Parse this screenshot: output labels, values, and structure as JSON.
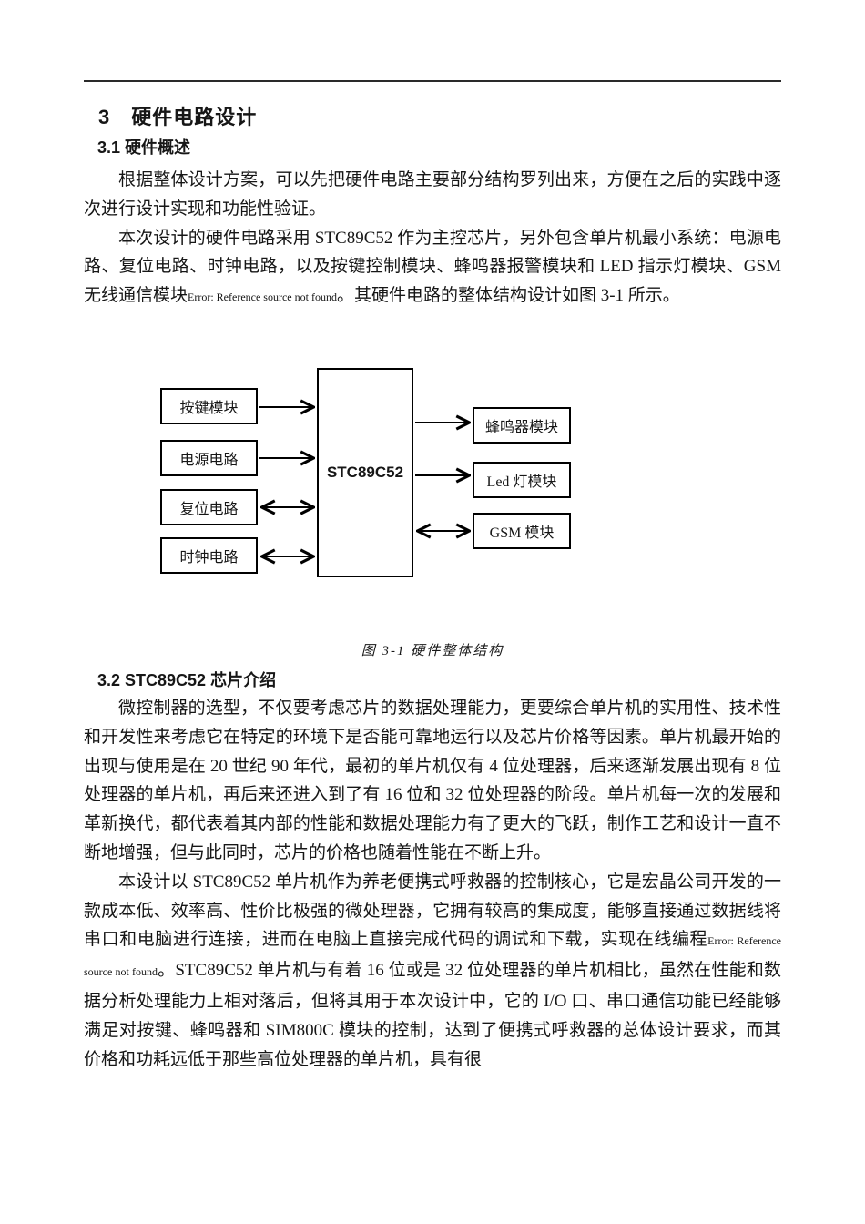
{
  "sections": {
    "h1": "3　硬件电路设计",
    "h2_1": "3.1 硬件概述",
    "h2_2": "3.2 STC89C52 芯片介绍"
  },
  "paragraphs": {
    "p1": "根据整体设计方案，可以先把硬件电路主要部分结构罗列出来，方便在之后的实践中逐次进行设计实现和功能性验证。",
    "p2_pre": "本次设计的硬件电路采用 STC89C52 作为主控芯片，另外包含单片机最小系统：电源电路、复位电路、时钟电路，以及按键控制模块、蜂鸣器报警模块和 LED 指示灯模块、GSM 无线通信模块",
    "error_ref": "Error: Reference source not found",
    "p2_post": "。其硬件电路的整体结构设计如图 3-1 所示。",
    "p3": "微控制器的选型，不仅要考虑芯片的数据处理能力，更要综合单片机的实用性、技术性和开发性来考虑它在特定的环境下是否能可靠地运行以及芯片价格等因素。单片机最开始的出现与使用是在 20 世纪 90 年代，最初的单片机仅有 4 位处理器，后来逐渐发展出现有 8 位处理器的单片机，再后来还进入到了有 16 位和 32 位处理器的阶段。单片机每一次的发展和革新换代，都代表着其内部的性能和数据处理能力有了更大的飞跃，制作工艺和设计一直不断地增强，但与此同时，芯片的价格也随着性能在不断上升。",
    "p4_pre": "本设计以 STC89C52 单片机作为养老便携式呼救器的控制核心，它是宏晶公司开发的一款成本低、效率高、性价比极强的微处理器，它拥有较高的集成度，能够直接通过数据线将串口和电脑进行连接，进而在电脑上直接完成代码的调试和下载，实现在线编程",
    "p4_post": "。STC89C52 单片机与有着 16 位或是 32 位处理器的单片机相比，虽然在性能和数据分析处理能力上相对落后，但将其用于本次设计中，它的 I/O 口、串口通信功能已经能够满足对按键、蜂鸣器和 SIM800C 模块的控制，达到了便携式呼救器的总体设计要求，而其价格和功耗远低于那些高位处理器的单片机，具有很"
  },
  "figure": {
    "caption": "图 3-1 硬件整体结构",
    "mcu": "STC89C52",
    "left_modules": [
      "按键模块",
      "电源电路",
      "复位电路",
      "时钟电路"
    ],
    "right_modules": [
      "蜂鸣器模块",
      "Led 灯模块",
      "GSM 模块"
    ],
    "connections": [
      {
        "from": "按键模块",
        "to": "STC89C52",
        "direction": "to"
      },
      {
        "from": "电源电路",
        "to": "STC89C52",
        "direction": "to"
      },
      {
        "from": "复位电路",
        "to": "STC89C52",
        "direction": "both"
      },
      {
        "from": "时钟电路",
        "to": "STC89C52",
        "direction": "both"
      },
      {
        "from": "STC89C52",
        "to": "蜂鸣器模块",
        "direction": "to"
      },
      {
        "from": "STC89C52",
        "to": "Led 灯模块",
        "direction": "to"
      },
      {
        "from": "STC89C52",
        "to": "GSM 模块",
        "direction": "both"
      }
    ],
    "line_color": "#000000"
  }
}
